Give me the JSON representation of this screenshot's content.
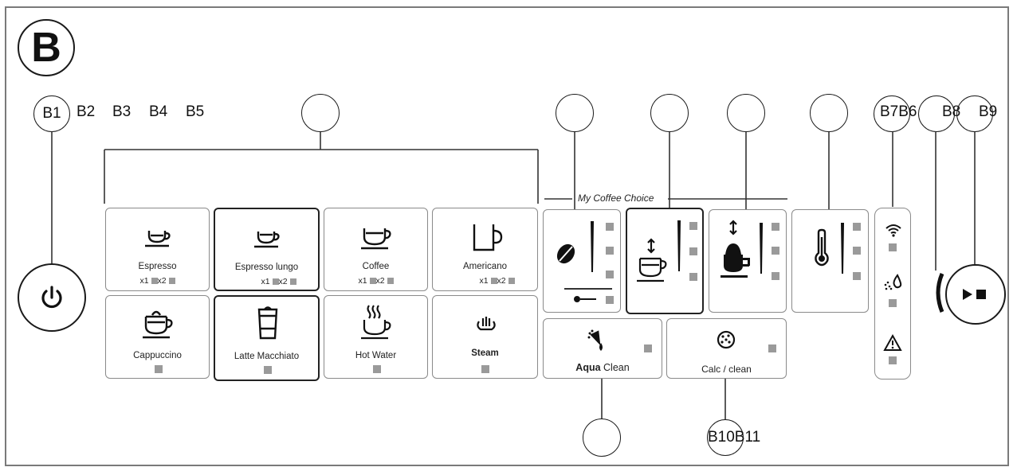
{
  "panel_letter": "B",
  "callouts": {
    "b1": "B1",
    "b2": "B2",
    "b3": "B3",
    "b4": "B4",
    "b5": "B5",
    "b7b6": "B7B6",
    "b8": "B8",
    "b9": "B9",
    "b10b11": "B10B11"
  },
  "my_coffee_choice": "My Coffee Choice",
  "drinks": [
    {
      "label": "Espresso",
      "x1": "x1",
      "x2": "x2"
    },
    {
      "label": "Espresso lungo",
      "x1": "x1",
      "x2": "x2"
    },
    {
      "label": "Coffee",
      "x1": "x1",
      "x2": "x2"
    },
    {
      "label": "Americano",
      "x1": "x1",
      "x2": "x2"
    },
    {
      "label": "Cappuccino"
    },
    {
      "label": "Latte Macchiato"
    },
    {
      "label": "Hot Water"
    },
    {
      "label": "Steam"
    }
  ],
  "aqua_clean": {
    "bold": "Aqua",
    "rest": " Clean"
  },
  "calc_clean": "Calc / clean",
  "icons": {
    "power": "power-icon",
    "start_stop": "play-stop-icon",
    "bean": "coffee-bean-icon",
    "temperature": "thermometer-icon",
    "wifi": "wifi-icon",
    "water": "water-drop-icon",
    "warning": "warning-icon"
  },
  "colors": {
    "led": "#9a9a9a",
    "line": "#333333",
    "border": "#8a8a8a"
  }
}
